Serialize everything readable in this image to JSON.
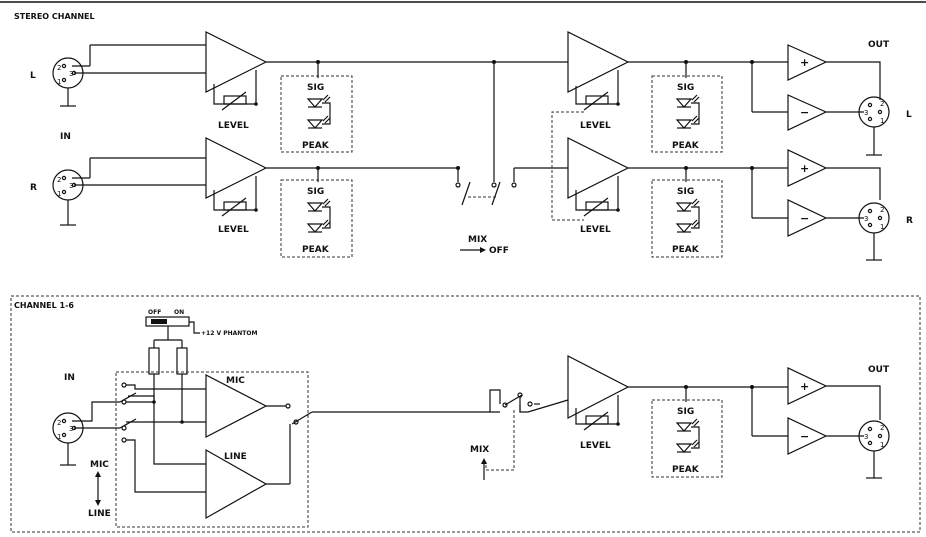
{
  "stereo": {
    "title": "STEREO CHANNEL",
    "in": "IN",
    "out": "OUT",
    "left": "L",
    "right": "R",
    "level": "LEVEL",
    "sig": "SIG",
    "peak": "PEAK",
    "mix": "MIX",
    "off": "OFF",
    "plus": "+",
    "minus": "−"
  },
  "channel": {
    "title": "CHANNEL 1-6",
    "switch_off": "OFF",
    "switch_on": "ON",
    "phantom": "+12 V PHANTOM",
    "in": "IN",
    "out": "OUT",
    "mic": "MIC",
    "line": "LINE",
    "mic_selector": "MIC",
    "line_selector": "LINE",
    "mix": "MIX",
    "level": "LEVEL",
    "sig": "SIG",
    "peak": "PEAK",
    "plus": "+",
    "minus": "−"
  },
  "pins": {
    "p1": "1",
    "p2": "2",
    "p3": "3"
  }
}
